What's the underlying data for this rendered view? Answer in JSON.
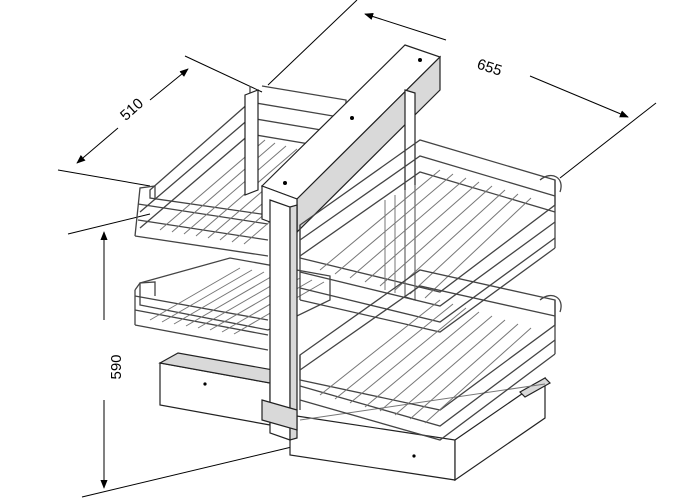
{
  "dimensions": {
    "width_label": "655",
    "depth_label": "510",
    "height_label": "590"
  },
  "colors": {
    "line": "#000000",
    "wire": "#444444",
    "shade": "#d9d9d9"
  }
}
